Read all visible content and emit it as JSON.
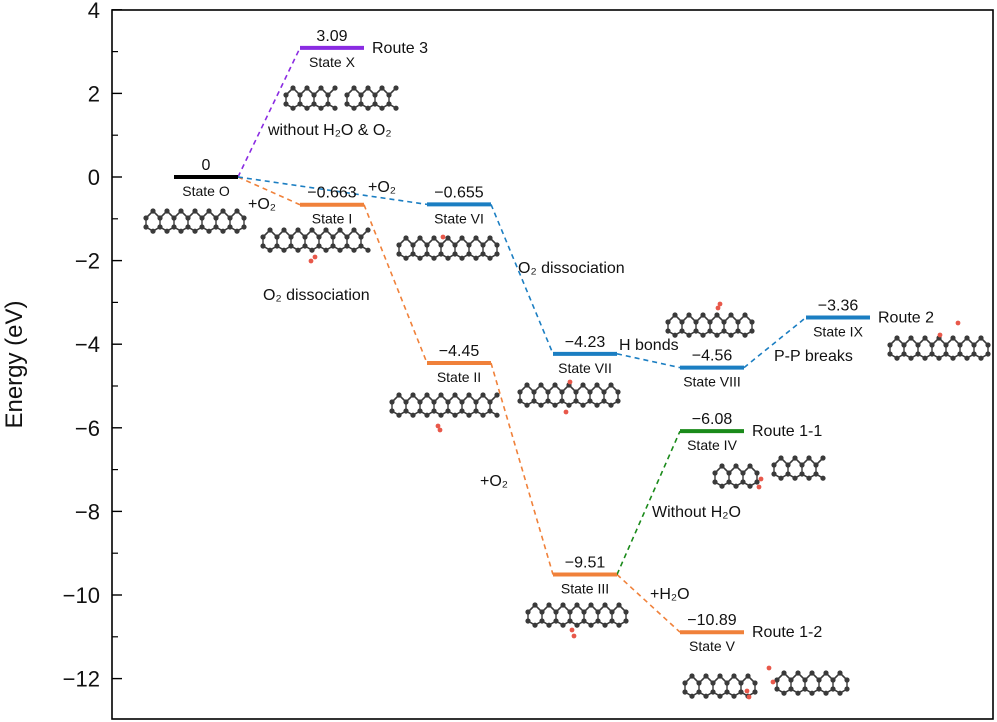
{
  "chart_data": {
    "type": "energy-diagram",
    "ylabel": "Energy (eV)",
    "ylim": [
      -13,
      4
    ],
    "yticks": [
      4,
      2,
      0,
      -2,
      -4,
      -6,
      -8,
      -10,
      -12
    ],
    "ytick_labels": [
      "4",
      "2",
      "0",
      "−2",
      "−4",
      "−6",
      "−8",
      "−10",
      "−12"
    ],
    "colors": {
      "black": "#000000",
      "orange": "#f0813a",
      "blue": "#1b7ec2",
      "purple": "#8a2be2",
      "green": "#1a8a1a",
      "molecule": "#3a3a3a",
      "oxygen": "#e8584a"
    },
    "states": [
      {
        "id": "O",
        "name": "State O",
        "energy": 0,
        "label": "0",
        "color": "black",
        "col": 1
      },
      {
        "id": "I",
        "name": "State I",
        "energy": -0.663,
        "label": "−0.663",
        "color": "orange",
        "col": 2
      },
      {
        "id": "II",
        "name": "State II",
        "energy": -4.45,
        "label": "−4.45",
        "color": "orange",
        "col": 3
      },
      {
        "id": "III",
        "name": "State III",
        "energy": -9.51,
        "label": "−9.51",
        "color": "orange",
        "col": 4
      },
      {
        "id": "IV",
        "name": "State IV",
        "energy": -6.08,
        "label": "−6.08",
        "color": "green",
        "col": 5
      },
      {
        "id": "V",
        "name": "State V",
        "energy": -10.89,
        "label": "−10.89",
        "color": "orange",
        "col": 5
      },
      {
        "id": "VI",
        "name": "State VI",
        "energy": -0.655,
        "label": "−0.655",
        "color": "blue",
        "col": 3
      },
      {
        "id": "VII",
        "name": "State VII",
        "energy": -4.23,
        "label": "−4.23",
        "color": "blue",
        "col": 4
      },
      {
        "id": "VIII",
        "name": "State VIII",
        "energy": -4.56,
        "label": "−4.56",
        "color": "blue",
        "col": 5
      },
      {
        "id": "IX",
        "name": "State IX",
        "energy": -3.36,
        "label": "−3.36",
        "color": "blue",
        "col": 6
      },
      {
        "id": "X",
        "name": "State X",
        "energy": 3.09,
        "label": "3.09",
        "color": "purple",
        "col": 2
      }
    ],
    "connections": [
      {
        "from": "O",
        "to": "X",
        "color": "purple"
      },
      {
        "from": "O",
        "to": "I",
        "color": "orange"
      },
      {
        "from": "I",
        "to": "II",
        "color": "orange"
      },
      {
        "from": "II",
        "to": "III",
        "color": "orange"
      },
      {
        "from": "III",
        "to": "V",
        "color": "orange"
      },
      {
        "from": "III",
        "to": "IV",
        "color": "green"
      },
      {
        "from": "O",
        "to": "VI",
        "color": "blue"
      },
      {
        "from": "VI",
        "to": "VII",
        "color": "blue"
      },
      {
        "from": "VII",
        "to": "VIII",
        "color": "blue"
      },
      {
        "from": "VIII",
        "to": "IX",
        "color": "blue"
      }
    ],
    "route_labels": [
      {
        "state": "X",
        "text": "Route 3"
      },
      {
        "state": "IX",
        "text": "Route 2"
      },
      {
        "state": "IV",
        "text": "Route 1-1"
      },
      {
        "state": "V",
        "text": "Route 1-2"
      }
    ],
    "annotations": [
      {
        "key": "without_h2o_o2",
        "text": "without H₂O & O₂"
      },
      {
        "key": "o2_a",
        "text": "+O₂"
      },
      {
        "key": "o2_b",
        "text": "+O₂"
      },
      {
        "key": "o2_diss_a",
        "text": "O₂ dissociation"
      },
      {
        "key": "o2_diss_b",
        "text": "O₂ dissociation"
      },
      {
        "key": "h_bonds",
        "text": "H bonds"
      },
      {
        "key": "pp_breaks",
        "text": "P-P breaks"
      },
      {
        "key": "o2_c",
        "text": "+O₂"
      },
      {
        "key": "without_h2o",
        "text": "Without H₂O"
      },
      {
        "key": "h2o",
        "text": "+H₂O"
      }
    ]
  }
}
